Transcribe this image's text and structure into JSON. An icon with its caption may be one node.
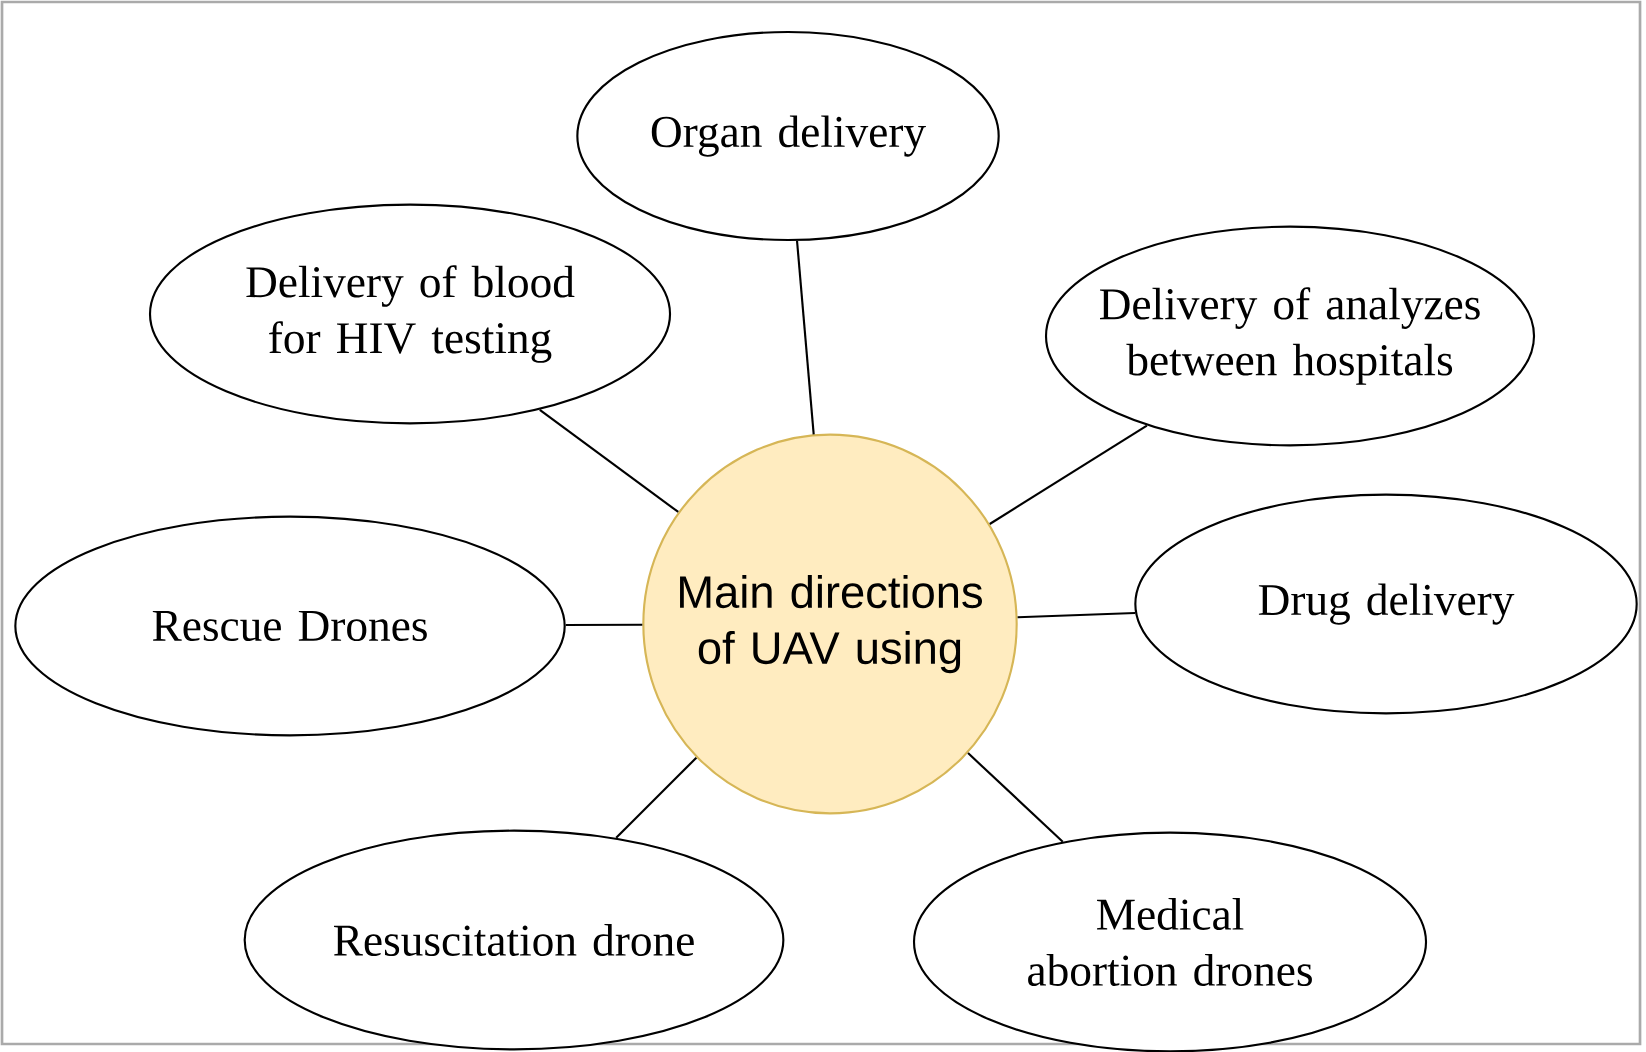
{
  "diagram": {
    "nodes": [
      {
        "text": [
          "Main directions of UAV using"
        ]
      },
      {
        "text": [
          "Organ delivery"
        ]
      },
      {
        "text": [
          "Delivery of blood for HIV testing"
        ]
      },
      {
        "text": [
          "Delivery of analyzes between hospitals"
        ]
      },
      {
        "text": [
          "Rescue Drones"
        ]
      },
      {
        "text": [
          "Drug delivery"
        ]
      },
      {
        "text": [
          "Resuscitation drone"
        ]
      },
      {
        "text": [
          "Medical abortion drones"
        ]
      }
    ],
    "edges": [
      {
        "from": 0,
        "to": 1,
        "arrow": "none"
      },
      {
        "from": 0,
        "to": 2,
        "arrow": "none"
      },
      {
        "from": 0,
        "to": 3,
        "arrow": "none"
      },
      {
        "from": 0,
        "to": 4,
        "arrow": "none"
      },
      {
        "from": 0,
        "to": 5,
        "arrow": "none"
      },
      {
        "from": 0,
        "to": 6,
        "arrow": "none"
      },
      {
        "from": 0,
        "to": 7,
        "arrow": "none"
      }
    ]
  }
}
